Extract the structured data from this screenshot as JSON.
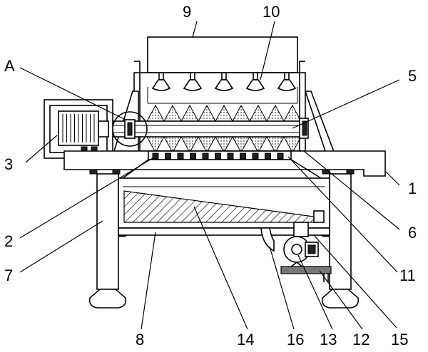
{
  "labels": {
    "l1": "1",
    "l2": "2",
    "l3": "3",
    "l5": "5",
    "l6": "6",
    "l7": "7",
    "l8": "8",
    "l9": "9",
    "l10": "10",
    "l11": "11",
    "l12": "12",
    "l13": "13",
    "l14": "14",
    "l15": "15",
    "l16": "16",
    "lA": "A"
  },
  "screw": {
    "flights": 9,
    "nozzles": 5,
    "sieve_holes": 11
  }
}
